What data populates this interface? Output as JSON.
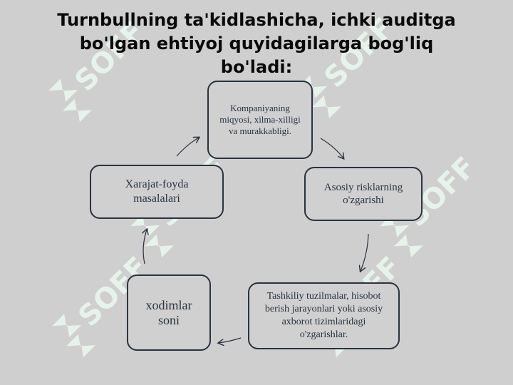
{
  "title": {
    "line1": "Turnbullning ta'kidlashicha, ichki auditga",
    "line2": "bo'lgan ehtiyoj quyidagilarga bog'liq",
    "line3": "bo'ladi:"
  },
  "watermark": {
    "text": "SOFF",
    "color": "#e6f3ea",
    "icon": "soff-logo-icon"
  },
  "nodes": [
    {
      "id": "n1",
      "lines": [
        "Kompaniyaning",
        "miqyosi, xilma-xilligi",
        "va murakkabligi."
      ]
    },
    {
      "id": "n2",
      "lines": [
        "Asosiy risklarning",
        "o'zgarishi"
      ]
    },
    {
      "id": "n3",
      "lines": [
        "Tashkiliy tuzilmalar, hisobot",
        "berish jarayonlari yoki asosiy",
        "axborot tizimlaridagi",
        "o'zgarishlar."
      ]
    },
    {
      "id": "n4",
      "lines": [
        "xodimlar",
        "soni"
      ]
    },
    {
      "id": "n5",
      "lines": [
        "Xarajat-foyda",
        "masalalari"
      ]
    }
  ],
  "colors": {
    "background": "#cfcfcf",
    "box_border": "#2a3340",
    "text": "#2a3340"
  }
}
